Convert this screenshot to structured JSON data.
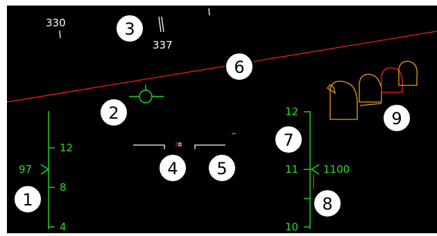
{
  "colors": {
    "background": "#000000",
    "green": "#22e022",
    "red": "#ff2020",
    "white": "#ffffff",
    "amber": "#e8a020"
  },
  "heading_tape": {
    "labels": [
      "330",
      "337"
    ]
  },
  "speed_tape": {
    "ticks": [
      "12",
      "8",
      "4"
    ],
    "current_value": "97"
  },
  "altitude_tape": {
    "ticks": [
      "12",
      "11",
      "10"
    ],
    "current_value": "1100"
  },
  "callouts": [
    "1",
    "2",
    "3",
    "4",
    "5",
    "6",
    "7",
    "8",
    "9"
  ],
  "icons": [
    "flight-path-vector-icon",
    "aircraft-reference-symbol-icon",
    "horizon-line-icon",
    "cloud-map-icon"
  ]
}
